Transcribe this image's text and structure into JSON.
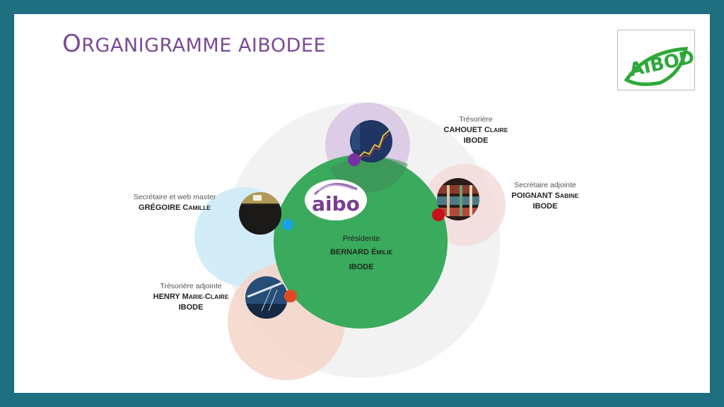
{
  "slide": {
    "title_first_letter": "O",
    "title_rest": "RGANIGRAMME AIBODEE",
    "corner_logo_text": "AIBODE",
    "center_logo_text": "aibo",
    "colors": {
      "frame": "#1e6f80",
      "title": "#7a4a96",
      "president_circle": "#3aaa5c",
      "background_circle": "#f1f1f1",
      "tresoriere_circle": "#d9c8e3",
      "tresoriere_dot": "#7b2fa6",
      "secretaire_circle": "#cdebf6",
      "secretaire_dot": "#1aa3e8",
      "secretaire_adjointe_circle": "#f3dcdc",
      "secretaire_adjointe_dot": "#c8101a",
      "tresoriere_adjointe_circle": "#f5d5c8",
      "tresoriere_adjointe_dot": "#e04a22"
    }
  },
  "members": {
    "presidente": {
      "role": "Présidente",
      "last_name": "BERNARD",
      "first_initial": "É",
      "first_rest": "MILIE",
      "title": "IBODE",
      "photo": "aibo-logo"
    },
    "tresoriere": {
      "role": "Trésorière",
      "last_name": "CAHOUET",
      "first_initial": "C",
      "first_rest": "LAIRE",
      "title": "IBODE",
      "photo": "stock-chart-photo"
    },
    "secretaire_adjointe": {
      "role": "Secrétaire adjointe",
      "last_name": "POIGNANT",
      "first_initial": "S",
      "first_rest": "ABINE",
      "title": "IBODE",
      "photo": "bookshelf-photo"
    },
    "secretaire": {
      "role": "Secrétaire et web master",
      "last_name": "GRÉGOIRE",
      "first_initial": "C",
      "first_rest": "AMILLE",
      "photo": "conference-audience-photo"
    },
    "tresoriere_adjointe": {
      "role": "Trésorière adjointe",
      "last_name": "HENRY",
      "first_initial": "M",
      "first_rest": "ARIE-",
      "first_initial2": "C",
      "first_rest2": "LAIRE",
      "title": "IBODE",
      "photo": "blueprint-photo"
    }
  }
}
